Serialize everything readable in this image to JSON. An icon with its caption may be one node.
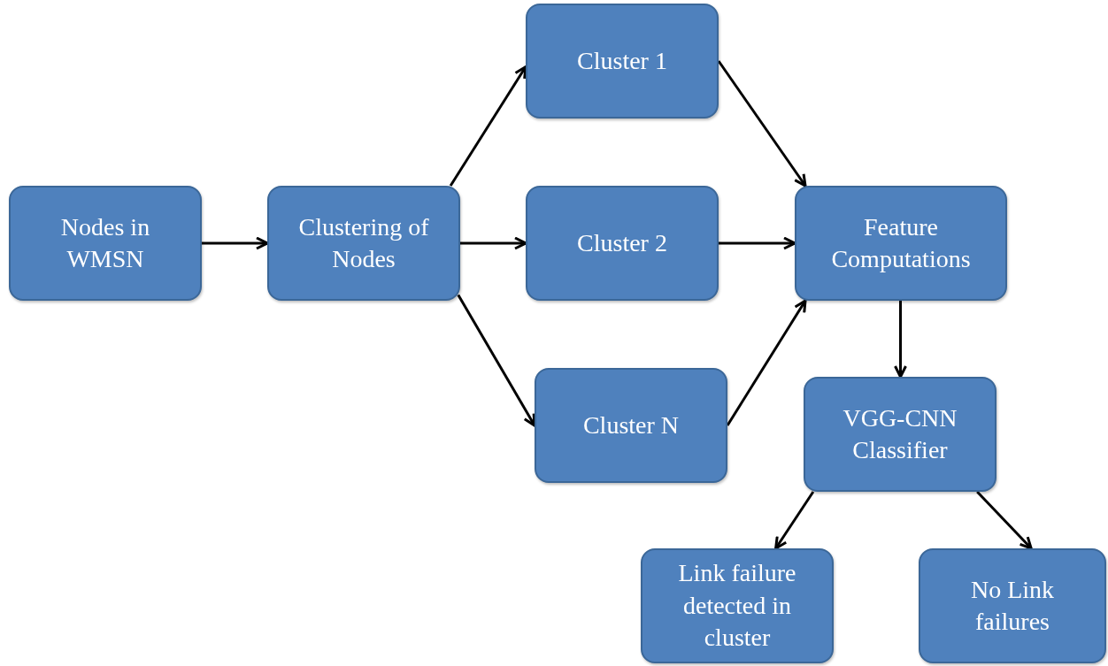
{
  "diagram": {
    "nodes": [
      {
        "text": [
          "Nodes in WMSN"
        ]
      },
      {
        "text": [
          "Clustering of Nodes"
        ]
      },
      {
        "text": [
          "Cluster 1"
        ]
      },
      {
        "text": [
          "Cluster 2"
        ]
      },
      {
        "text": [
          "Cluster N"
        ]
      },
      {
        "text": [
          "Feature Computations"
        ]
      },
      {
        "text": [
          "VGG-CNN Classifier"
        ]
      },
      {
        "text": [
          "Link failure detected in cluster"
        ]
      },
      {
        "text": [
          "No Link failures"
        ]
      }
    ],
    "edges": [
      {
        "from": 0,
        "to": 1,
        "arrow": "to"
      },
      {
        "from": 1,
        "to": 2,
        "arrow": "to"
      },
      {
        "from": 1,
        "to": 3,
        "arrow": "to"
      },
      {
        "from": 1,
        "to": 4,
        "arrow": "to"
      },
      {
        "from": 2,
        "to": 5,
        "arrow": "to"
      },
      {
        "from": 3,
        "to": 5,
        "arrow": "to"
      },
      {
        "from": 4,
        "to": 5,
        "arrow": "to"
      },
      {
        "from": 5,
        "to": 6,
        "arrow": "to"
      },
      {
        "from": 6,
        "to": 7,
        "arrow": "to"
      },
      {
        "from": 6,
        "to": 8,
        "arrow": "to"
      }
    ]
  }
}
